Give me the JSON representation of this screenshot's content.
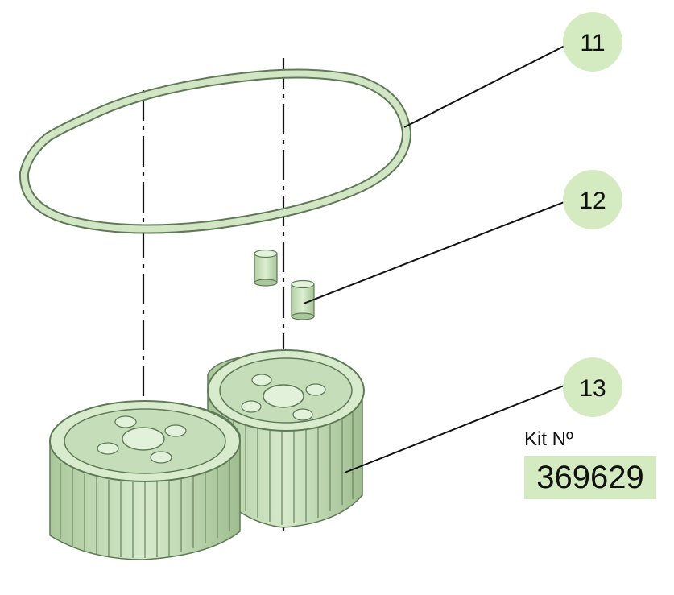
{
  "callouts": [
    {
      "label": "11"
    },
    {
      "label": "12"
    },
    {
      "label": "13"
    }
  ],
  "kit": {
    "label": "Kit Nº",
    "number": "369629"
  },
  "colors": {
    "part_fill": "#d2e6c6",
    "part_shade": "#a9c79a",
    "part_edge": "#5f7a56",
    "callout_bg": "#d4ebc1",
    "kit_bg": "#d4ebc1"
  }
}
